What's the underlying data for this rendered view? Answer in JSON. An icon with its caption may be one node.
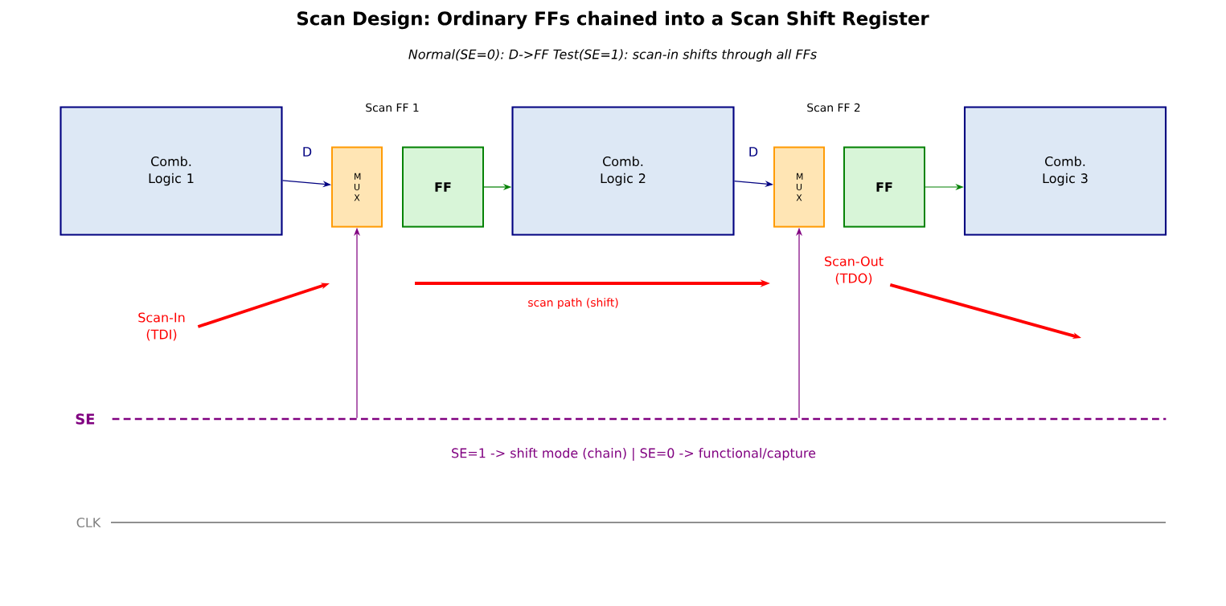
{
  "diagram": {
    "title": "Scan Design: Ordinary FFs chained into a Scan Shift Register",
    "nodes": [
      {
        "text": [
          "Comb. Logic 1"
        ]
      },
      {
        "text": [
          "M U X"
        ]
      },
      {
        "text": [
          "FF"
        ]
      },
      {
        "text": [
          "Comb. Logic 2"
        ]
      },
      {
        "text": [
          "M U X"
        ]
      },
      {
        "text": [
          "FF"
        ]
      },
      {
        "text": [
          "Comb. Logic 3"
        ]
      },
      {
        "text": [
          "Scan-In (TDI)"
        ]
      },
      {
        "text": [
          "Scan-Out (TDO)"
        ]
      },
      {
        "text": [
          "SE"
        ]
      }
    ],
    "edges": [
      {
        "from": 0,
        "to": 1,
        "arrow": "to",
        "label": "D",
        "color": "#000080"
      },
      {
        "from": 2,
        "to": 3,
        "arrow": "to",
        "color": "#008000"
      },
      {
        "from": 3,
        "to": 4,
        "arrow": "to",
        "label": "D",
        "color": "#000080"
      },
      {
        "from": 5,
        "to": 6,
        "arrow": "to",
        "color": "#008000"
      },
      {
        "from": 7,
        "to": null,
        "arrow": "to",
        "style": "thick",
        "color": "#ff0000"
      },
      {
        "from": 8,
        "to": null,
        "arrow": "to",
        "style": "thick",
        "color": "#ff0000"
      },
      {
        "from": 9,
        "to": 1,
        "arrow": "to",
        "color": "#800080"
      },
      {
        "from": 9,
        "to": 4,
        "arrow": "to",
        "color": "#800080"
      }
    ],
    "labels": [
      "Normal(SE=0): D->FF   Test(SE=1): scan-in shifts through all FFs",
      "Scan FF 1",
      "Scan FF 2",
      "scan path (shift)",
      "SE=1 -> shift mode (chain)   |   SE=0 -> functional/capture",
      "CLK"
    ]
  }
}
